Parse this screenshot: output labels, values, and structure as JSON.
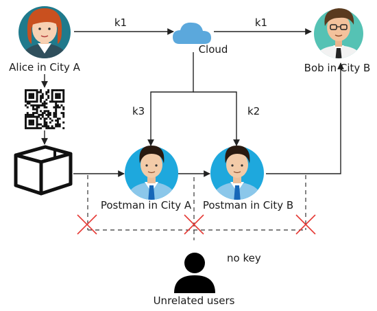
{
  "nodes": {
    "alice": {
      "label": "Alice in City A"
    },
    "cloud": {
      "label": "Cloud"
    },
    "bob": {
      "label": "Bob in City B"
    },
    "postman_a": {
      "label": "Postman in City A"
    },
    "postman_b": {
      "label": "Postman in City B"
    },
    "unrelated": {
      "label": "Unrelated users"
    }
  },
  "edges": {
    "alice_to_cloud": {
      "label": "k1"
    },
    "cloud_to_bob": {
      "label": "k1"
    },
    "cloud_to_postman_a": {
      "label": "k3"
    },
    "cloud_to_postman_b": {
      "label": "k2"
    }
  },
  "annotations": {
    "no_key": "no key"
  },
  "colors": {
    "alice_bg": "#1f7a8c",
    "bob_bg": "#55c2b4",
    "postman_bg": "#1ea8dd",
    "cloud": "#5ba8dc",
    "cross": "#e53935"
  },
  "icons": {
    "package": "package-box-icon",
    "qr": "qr-code-icon",
    "cloud": "cloud-icon",
    "user_silhouette": "person-silhouette-icon"
  }
}
